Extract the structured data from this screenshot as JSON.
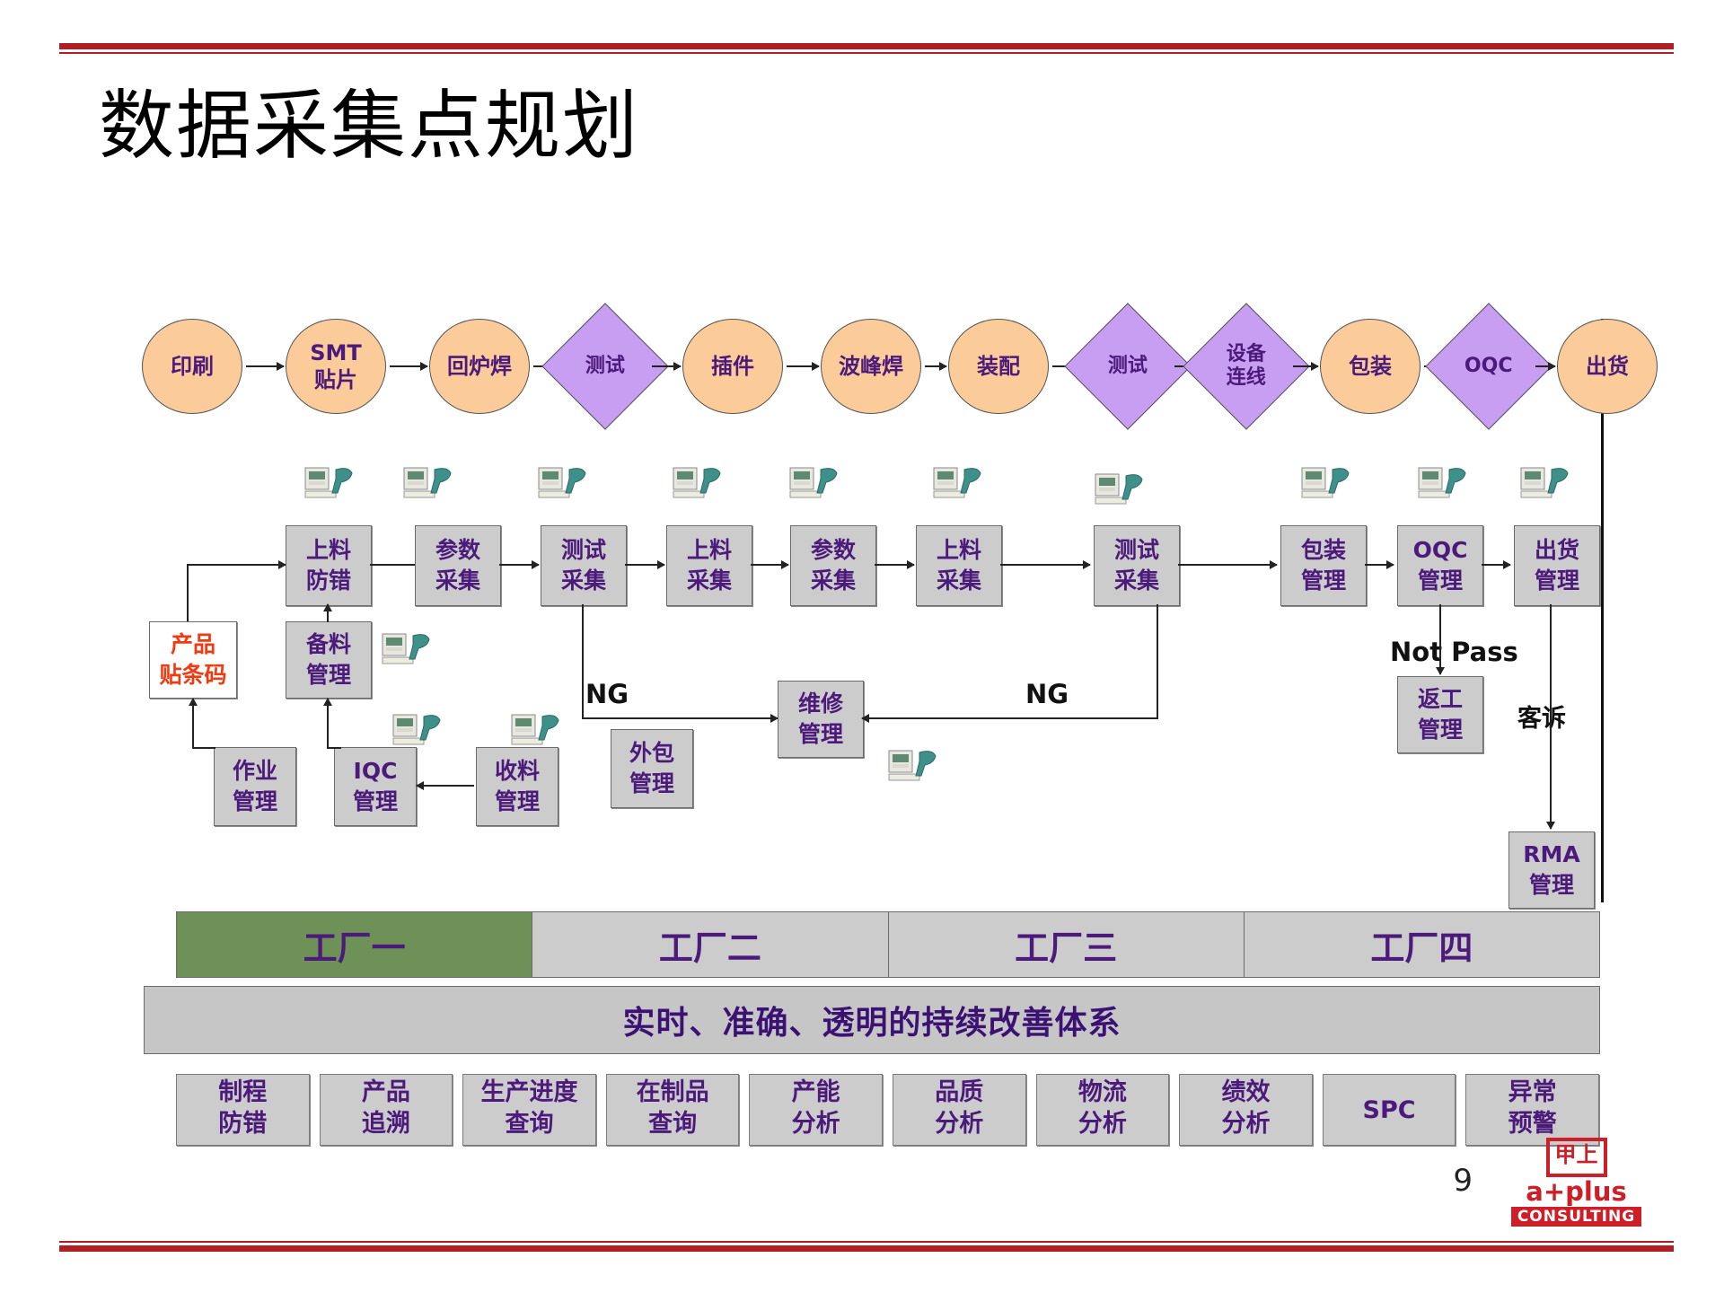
{
  "slide": {
    "title": "数据采集点规划",
    "page_number": "9",
    "accent_color": "#b11f24"
  },
  "logo": {
    "mark": "甲上",
    "name": "a+plus",
    "sub": "CONSULTING",
    "color": "#cc1f27"
  },
  "process_row": {
    "colors": {
      "ellipse": "#fbcc9a",
      "diamond": "#c79ef2",
      "text": "#4b1a7a"
    },
    "nodes": [
      {
        "label": "印刷",
        "shape": "ellipse"
      },
      {
        "label": "SMT\n贴片",
        "line1": "SMT",
        "line2": "贴片",
        "shape": "ellipse"
      },
      {
        "label": "回炉焊",
        "shape": "ellipse"
      },
      {
        "label": "测试",
        "shape": "diamond"
      },
      {
        "label": "插件",
        "shape": "ellipse"
      },
      {
        "label": "波峰焊",
        "shape": "ellipse"
      },
      {
        "label": "装配",
        "shape": "ellipse"
      },
      {
        "label": "测试",
        "shape": "diamond"
      },
      {
        "label": "设备\n连线",
        "line1": "设备",
        "line2": "连线",
        "shape": "diamond"
      },
      {
        "label": "包装",
        "shape": "ellipse"
      },
      {
        "label": "OQC",
        "shape": "diamond"
      },
      {
        "label": "出货",
        "shape": "ellipse"
      }
    ]
  },
  "collect_row": {
    "boxes": [
      {
        "line1": "上料",
        "line2": "防错"
      },
      {
        "line1": "参数",
        "line2": "采集"
      },
      {
        "line1": "测试",
        "line2": "采集"
      },
      {
        "line1": "上料",
        "line2": "采集"
      },
      {
        "line1": "参数",
        "line2": "采集"
      },
      {
        "line1": "上料",
        "line2": "采集"
      },
      {
        "line1": "测试",
        "line2": "采集"
      },
      {
        "line1": "包装",
        "line2": "管理"
      },
      {
        "line1": "OQC",
        "line2": "管理"
      },
      {
        "line1": "出货",
        "line2": "管理"
      }
    ]
  },
  "support_boxes": {
    "barcode": {
      "line1": "产品",
      "line2": "贴条码",
      "text_color": "#f03a12"
    },
    "prep": {
      "line1": "备料",
      "line2": "管理"
    },
    "work": {
      "line1": "作业",
      "line2": "管理"
    },
    "iqc": {
      "line1": "IQC",
      "line2": "管理"
    },
    "receive": {
      "line1": "收料",
      "line2": "管理"
    },
    "outsource": {
      "line1": "外包",
      "line2": "管理"
    },
    "repair": {
      "line1": "维修",
      "line2": "管理"
    },
    "rework": {
      "line1": "返工",
      "line2": "管理"
    },
    "rma": {
      "line1": "RMA",
      "line2": "管理"
    }
  },
  "flow_labels": {
    "ng_left": "NG",
    "ng_right": "NG",
    "not_pass": "Not Pass",
    "complaint": "客诉"
  },
  "factories": [
    {
      "label": "工厂一",
      "active": true
    },
    {
      "label": "工厂二",
      "active": false
    },
    {
      "label": "工厂三",
      "active": false
    },
    {
      "label": "工厂四",
      "active": false
    }
  ],
  "banner": {
    "text": "实时、准确、透明的持续改善体系"
  },
  "modules": [
    {
      "line1": "制程",
      "line2": "防错"
    },
    {
      "line1": "产品",
      "line2": "追溯"
    },
    {
      "line1": "生产进度",
      "line2": "查询"
    },
    {
      "line1": "在制品",
      "line2": "查询"
    },
    {
      "line1": "产能",
      "line2": "分析"
    },
    {
      "line1": "品质",
      "line2": "分析"
    },
    {
      "line1": "物流",
      "line2": "分析"
    },
    {
      "line1": "绩效",
      "line2": "分析"
    },
    {
      "line1": "SPC",
      "line2": ""
    },
    {
      "line1": "异常",
      "line2": "预警"
    }
  ]
}
